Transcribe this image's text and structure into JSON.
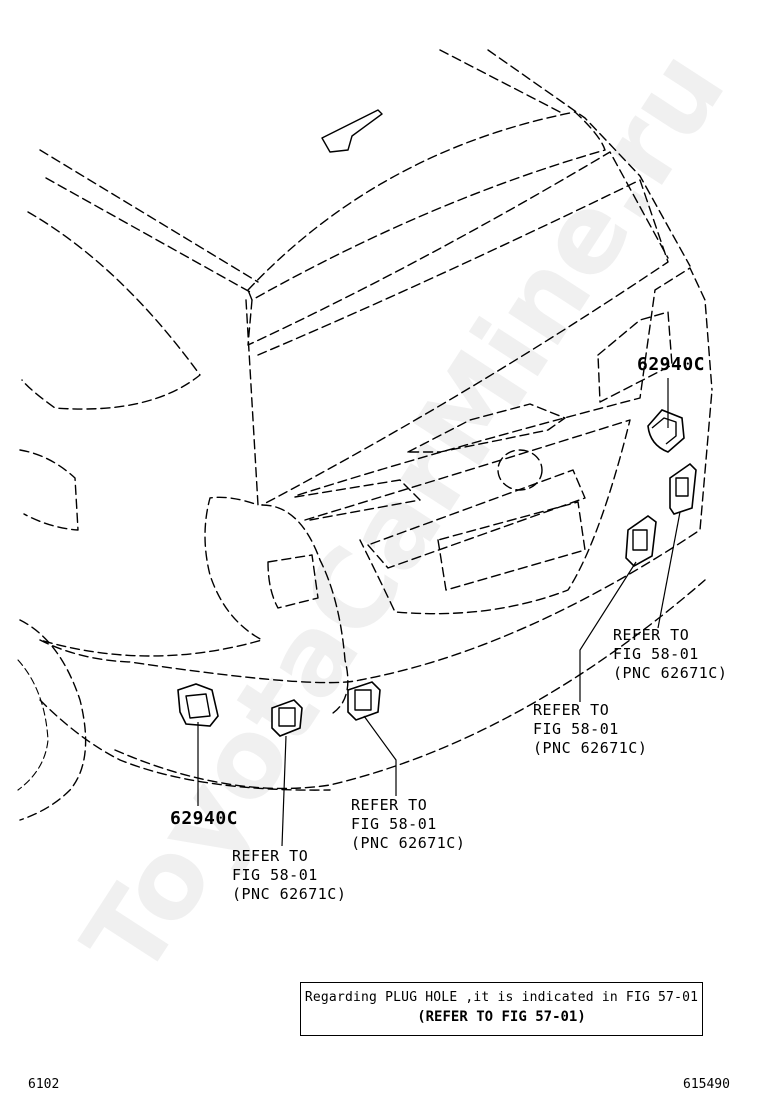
{
  "callouts": {
    "part_right": "62940C",
    "part_left": "62940C",
    "refer_1": "REFER TO\nFIG 58-01\n(PNC 62671C)",
    "refer_2": "REFER TO\nFIG 58-01\n(PNC 62671C)",
    "refer_3": "REFER TO\nFIG 58-01\n(PNC 62671C)",
    "refer_4": "REFER TO\nFIG 58-01\n(PNC 62671C)"
  },
  "note": {
    "line1": "Regarding PLUG HOLE ,it is indicated in FIG 57-01",
    "line2": "(REFER TO FIG 57-01)"
  },
  "footer": {
    "left_code": "6102",
    "right_code": "615490"
  },
  "watermark": "ToyotaCarMine.ru"
}
